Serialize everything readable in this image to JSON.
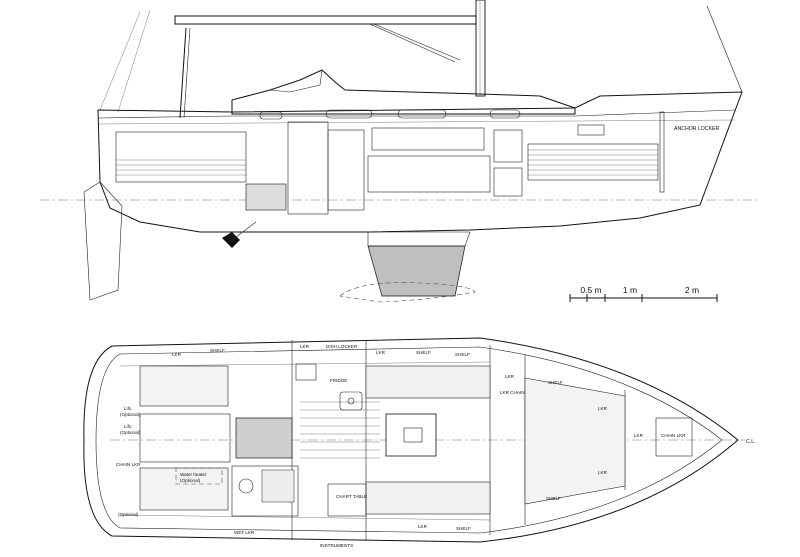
{
  "profile": {
    "anchor_locker": "ANCHOR LOCKER"
  },
  "scale": {
    "ticks": [
      "0.5 m",
      "1 m",
      "2 m"
    ]
  },
  "plan": {
    "centerline": "C.L.",
    "labels": {
      "lkr_top_aft": "LKR",
      "shelf_top_aft": "SHELF",
      "lkr_top_mid": "LKR",
      "dish_locker": "DISH LOCKER",
      "fridge": "FRIDGE",
      "shelf_top_fwd": "SHELF",
      "lkr_fwd_port": "LKR",
      "shelf_fwd_port": "SHELF",
      "lkr_bow": "LKR",
      "chain_lkr_fwd": "CHAIN LKR",
      "shelf_fwd_stbd": "SHELF",
      "lkr_fwd_stbd": "LKR",
      "lkr_fwd_stbd2": "LKR",
      "chart_table": "CHART TABLE",
      "shelf_bottom_fwd": "SHELF",
      "shelf_bottom_mid": "SHELF",
      "lkr_bottom": "LKR",
      "wet_lkr": "WET LKR",
      "instruments": "INSTRUMENTS",
      "chain_lkr_aft": "CHAIN LKR",
      "water_heater": "Water heater",
      "water_heater_opt": "(Optional)",
      "lifo_1": "Lifo",
      "lifo_1_opt": "(Optional)",
      "lifo_2": "Lifo",
      "lifo_2_opt": "(Optional)",
      "lkr_aft_side": "LKR",
      "optional_bottom": "(Optional)",
      "lkr_chain_small": "LKR CHAIN"
    }
  }
}
